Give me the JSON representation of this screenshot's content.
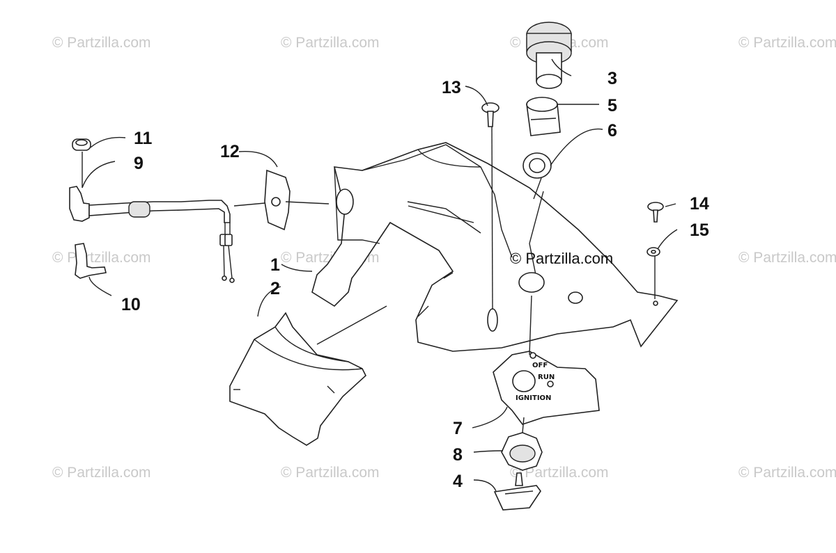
{
  "watermark": "© Partzilla.com",
  "center_watermark": "© Partzilla.com",
  "plate_labels": {
    "off": "OFF",
    "run": "RUN",
    "ignition": "IGNITION"
  },
  "callouts": {
    "c1": "1",
    "c2": "2",
    "c3": "3",
    "c4": "4",
    "c5": "5",
    "c6": "6",
    "c7": "7",
    "c8": "8",
    "c9": "9",
    "c10": "10",
    "c11": "11",
    "c12": "12",
    "c13": "13",
    "c14": "14",
    "c15": "15"
  }
}
